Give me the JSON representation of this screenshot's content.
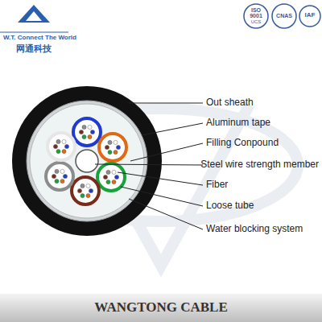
{
  "diagram": {
    "caption": "WANGTONG CABLE",
    "labels": [
      "W.T. Connect The World",
      "网通科技",
      "ISO",
      "9001",
      "UCS",
      "CNAS",
      "IAF",
      "Out sheath",
      "Aluminum tape",
      "Filling Conpound",
      "Steel wire strength member",
      "Fiber",
      "Loose tube",
      "Water blocking system"
    ]
  }
}
